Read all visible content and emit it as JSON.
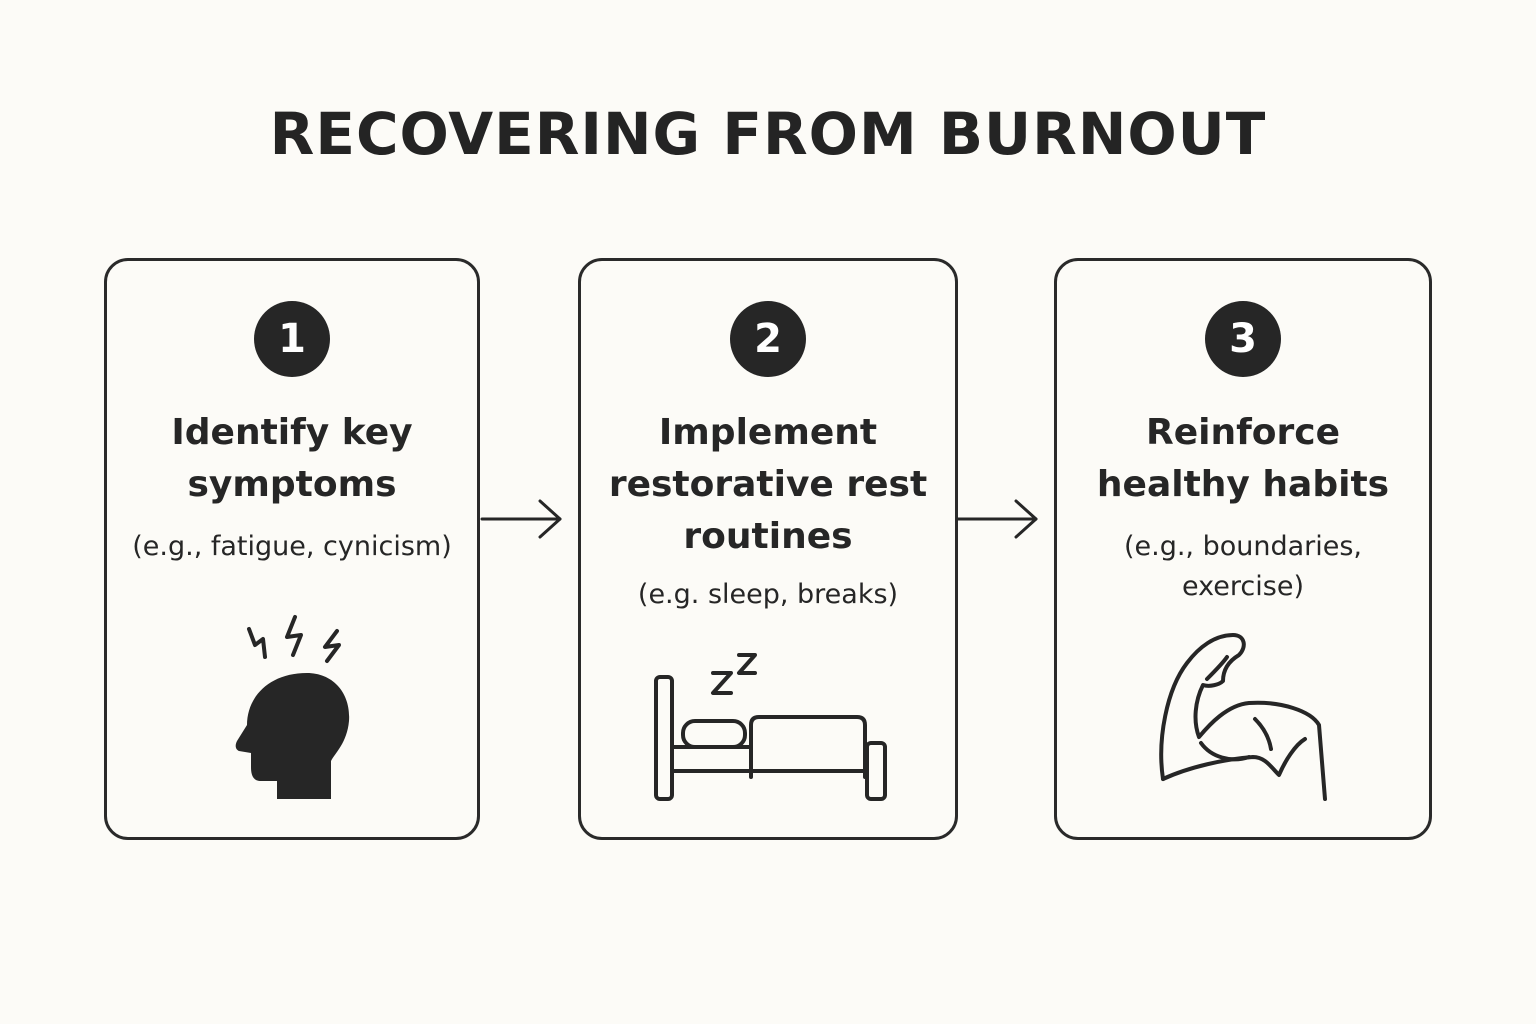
{
  "title": "RECOVERING FROM BURNOUT",
  "steps": [
    {
      "number": "1",
      "heading_lines": [
        "Identify key",
        "symptoms"
      ],
      "subtext_lines": [
        "(e.g., fatigue, cynicism)"
      ],
      "icon": "stressed-head-icon"
    },
    {
      "number": "2",
      "heading_lines": [
        "Implement",
        "restorative rest",
        "routines"
      ],
      "subtext_lines": [
        "(e.g. sleep, breaks)"
      ],
      "icon": "bed-sleep-icon"
    },
    {
      "number": "3",
      "heading_lines": [
        "Reinforce",
        "healthy habits"
      ],
      "subtext_lines": [
        "(e.g., boundaries,",
        "exercise)"
      ],
      "icon": "flexed-arm-icon"
    }
  ],
  "colors": {
    "background": "#fcfbf7",
    "ink": "#262626",
    "badge_text": "#ffffff"
  }
}
